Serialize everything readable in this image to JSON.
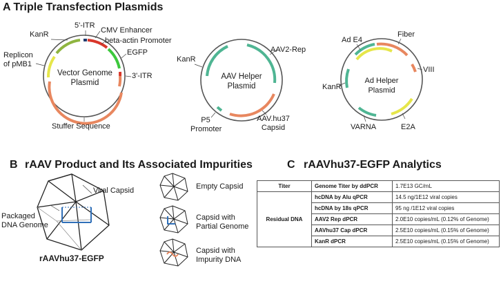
{
  "panel_a": {
    "letter": "A",
    "title": "Triple Transfection Plasmids",
    "vector": {
      "name_line1": "Vector Genome",
      "name_line2": "Plasmid",
      "labels": {
        "kanr": "KanR",
        "itr5": "5'-ITR",
        "cmv": "CMV Enhancer",
        "beta_actin": "beta-actin Promoter",
        "egfp": "EGFP",
        "itr3": "3'-ITR",
        "replicon_line1": "Replicon",
        "replicon_line2": "of pMB1",
        "stuffer": "Stuffer Sequence"
      }
    },
    "helper": {
      "name_line1": "AAV Helper",
      "name_line2": "Plasmid",
      "labels": {
        "kanr": "KanR",
        "rep": "AAV2-Rep",
        "p5_line1": "P5",
        "p5_line2": "Promoter",
        "cap_line1": "AAV.hu37",
        "cap_line2": "Capsid"
      }
    },
    "adhelper": {
      "name_line1": "Ad Helper",
      "name_line2": "Plasmid",
      "labels": {
        "ade4": "Ad E4",
        "fiber": "Fiber",
        "viii": "VIII",
        "kanr": "KanR",
        "varna": "VARNA",
        "e2a": "E2A"
      }
    }
  },
  "panel_b": {
    "letter": "B",
    "title": "rAAV Product and Its Associated Impurities",
    "viral_capsid": "Viral Capsid",
    "packaged_line1": "Packaged",
    "packaged_line2": "DNA Genome",
    "product": "rAAVhu37-EGFP",
    "empty": "Empty Capsid",
    "partial_line1": "Capsid with",
    "partial_line2": "Partial Genome",
    "impurity_line1": "Capsid with",
    "impurity_line2": "Impurity DNA"
  },
  "panel_c": {
    "letter": "C",
    "title": "rAAVhu37-EGFP Analytics",
    "rows": [
      {
        "category": "Titer",
        "assay": "Genome Titer by ddPCR",
        "result": "1.7E13 GC/mL"
      },
      {
        "category": "Residual DNA",
        "assay": "hcDNA by Alu qPCR",
        "result": "14.5 ng/1E12 viral copies"
      },
      {
        "category": "",
        "assay": "hcDNA by 18s qPCR",
        "result": "95 ng /1E12 viral copies"
      },
      {
        "category": "",
        "assay": "AAV2 Rep dPCR",
        "result": "2.0E10 copies/mL (0.12% of Genome)"
      },
      {
        "category": "",
        "assay": "AAVhu37 Cap dPCR",
        "result": "2.5E10 copies/mL (0.15% of Genome)"
      },
      {
        "category": "",
        "assay": "KanR dPCR",
        "result": "2.5E10 copies/mL (0.15% of Genome)"
      }
    ]
  },
  "colors": {
    "teal": "#4fb593",
    "salmon": "#e8875f",
    "olive": "#8fb540",
    "yellow": "#e6e64a",
    "red": "#d9362a",
    "green": "#3cc83c",
    "navy": "#1f3a6e",
    "blue": "#2f6fb8",
    "ring": "#555555"
  }
}
